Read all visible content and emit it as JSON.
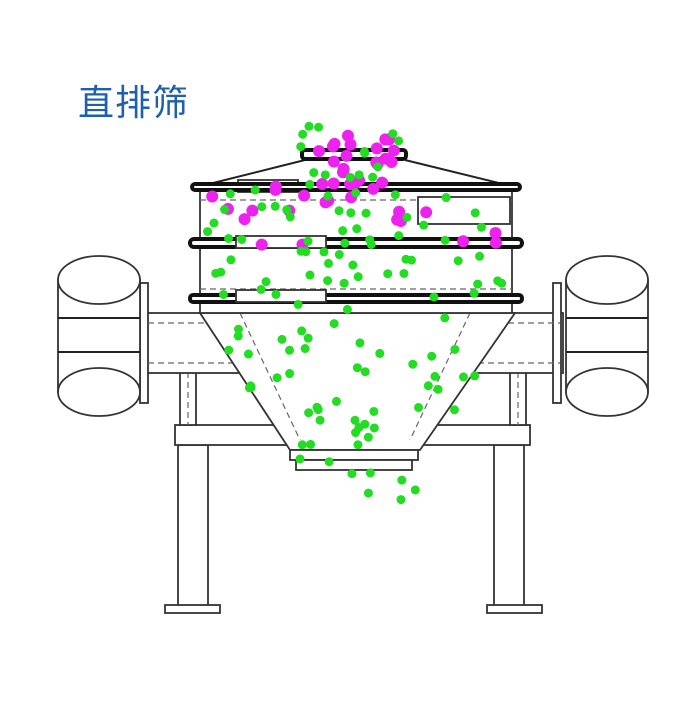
{
  "title": "直排筛",
  "colors": {
    "title": "#1e5fae",
    "coarse_particles": "#ee22ee",
    "fine_particles": "#22dd22",
    "outline": "#222222"
  },
  "parts": [
    "lid",
    "screen-frame",
    "discharge-spout",
    "motor-left",
    "motor-right",
    "cone-hopper",
    "outlet",
    "support-frame"
  ]
}
